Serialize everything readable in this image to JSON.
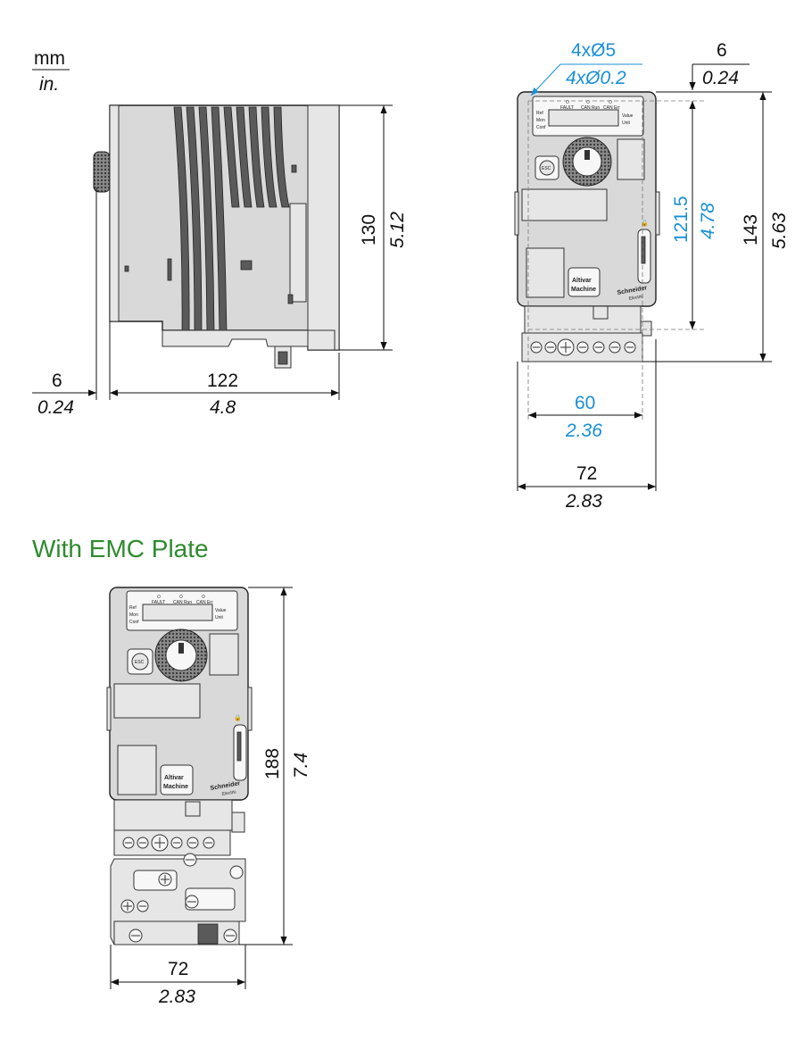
{
  "units": {
    "primary": "mm",
    "secondary": "in."
  },
  "side_view": {
    "depth": {
      "mm": "122",
      "in": "4.8"
    },
    "height": {
      "mm": "130",
      "in": "5.12"
    },
    "offset": {
      "mm": "6",
      "in": "0.24"
    }
  },
  "front_view": {
    "holes": {
      "mm": "4xØ5",
      "in": "4xØ0.2"
    },
    "top_offset": {
      "mm": "6",
      "in": "0.24"
    },
    "hole_spacing_vertical": {
      "mm": "121.5",
      "in": "4.78"
    },
    "total_height": {
      "mm": "143",
      "in": "5.63"
    },
    "hole_spacing_horizontal": {
      "mm": "60",
      "in": "2.36"
    },
    "width": {
      "mm": "72",
      "in": "2.83"
    }
  },
  "emc_section": {
    "title": "With EMC Plate",
    "height": {
      "mm": "188",
      "in": "7.4"
    },
    "width": {
      "mm": "72",
      "in": "2.83"
    }
  },
  "device_labels": {
    "fault": "FAULT",
    "can_run": "CAN Run",
    "can_err": "CAN Err",
    "ref": "Ref",
    "mon": "Mon",
    "conf": "Conf",
    "value": "Value",
    "unit": "Unit",
    "esc": "ESC",
    "product_line1": "Altivar",
    "product_line2": "Machine",
    "brand_line1": "Schneider",
    "brand_line2": "Electric"
  },
  "colors": {
    "dimension_black": "#111111",
    "dimension_blue": "#1a8fd6",
    "section_title_green": "#2e8b2e"
  }
}
